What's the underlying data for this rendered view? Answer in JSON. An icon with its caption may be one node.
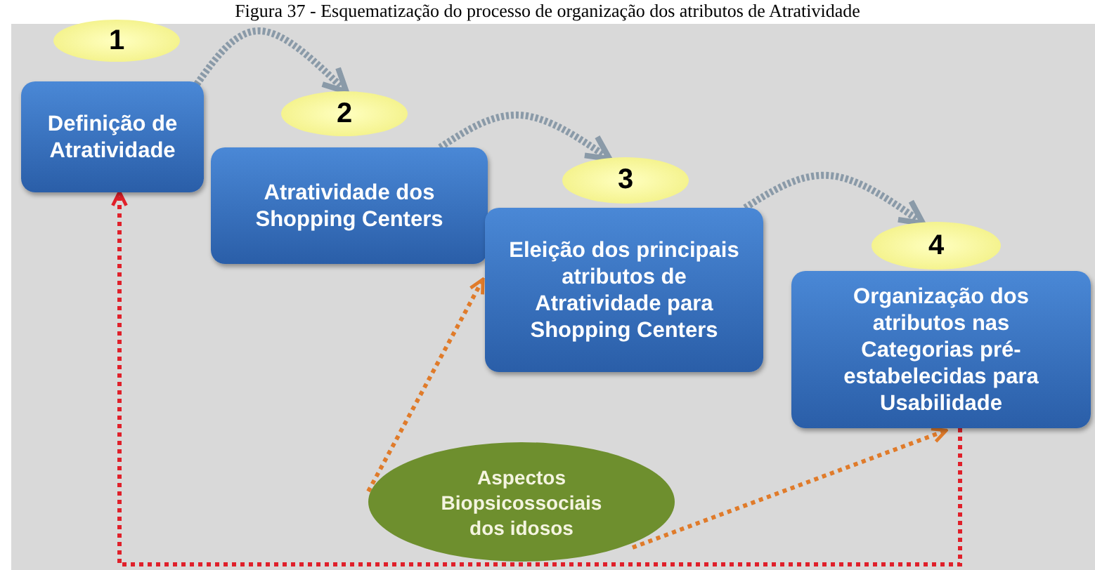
{
  "diagram": {
    "title": "Figura 37 - Esquematização do processo de organização dos atributos de Atratividade",
    "nodes": [
      {
        "text": [
          "1"
        ]
      },
      {
        "text": [
          "Definição de Atratividade"
        ]
      },
      {
        "text": [
          "2"
        ]
      },
      {
        "text": [
          "Atratividade  dos Shopping Centers"
        ]
      },
      {
        "text": [
          "3"
        ]
      },
      {
        "text": [
          "Eleição dos principais atributos de  Atratividade para Shopping Centers"
        ]
      },
      {
        "text": [
          "4"
        ]
      },
      {
        "text": [
          "Organização dos atributos nas Categorias pré-estabelecidas para Usabilidade"
        ]
      },
      {
        "text": [
          "Aspectos Biopsicossociais dos idosos"
        ]
      }
    ],
    "edges": [
      {
        "from": 1,
        "to": 2,
        "arrow": "to",
        "style": "dashed"
      },
      {
        "from": 3,
        "to": 4,
        "arrow": "to",
        "style": "dashed"
      },
      {
        "from": 5,
        "to": 6,
        "arrow": "to",
        "style": "dashed"
      },
      {
        "from": 8,
        "to": 5,
        "arrow": "to",
        "style": "dashed",
        "color": "#e07b2a"
      },
      {
        "from": 8,
        "to": 7,
        "arrow": "to",
        "style": "dashed",
        "color": "#e07b2a"
      },
      {
        "from": 7,
        "to": 1,
        "arrow": "to",
        "style": "dashed",
        "color": "#e0202a"
      }
    ]
  }
}
